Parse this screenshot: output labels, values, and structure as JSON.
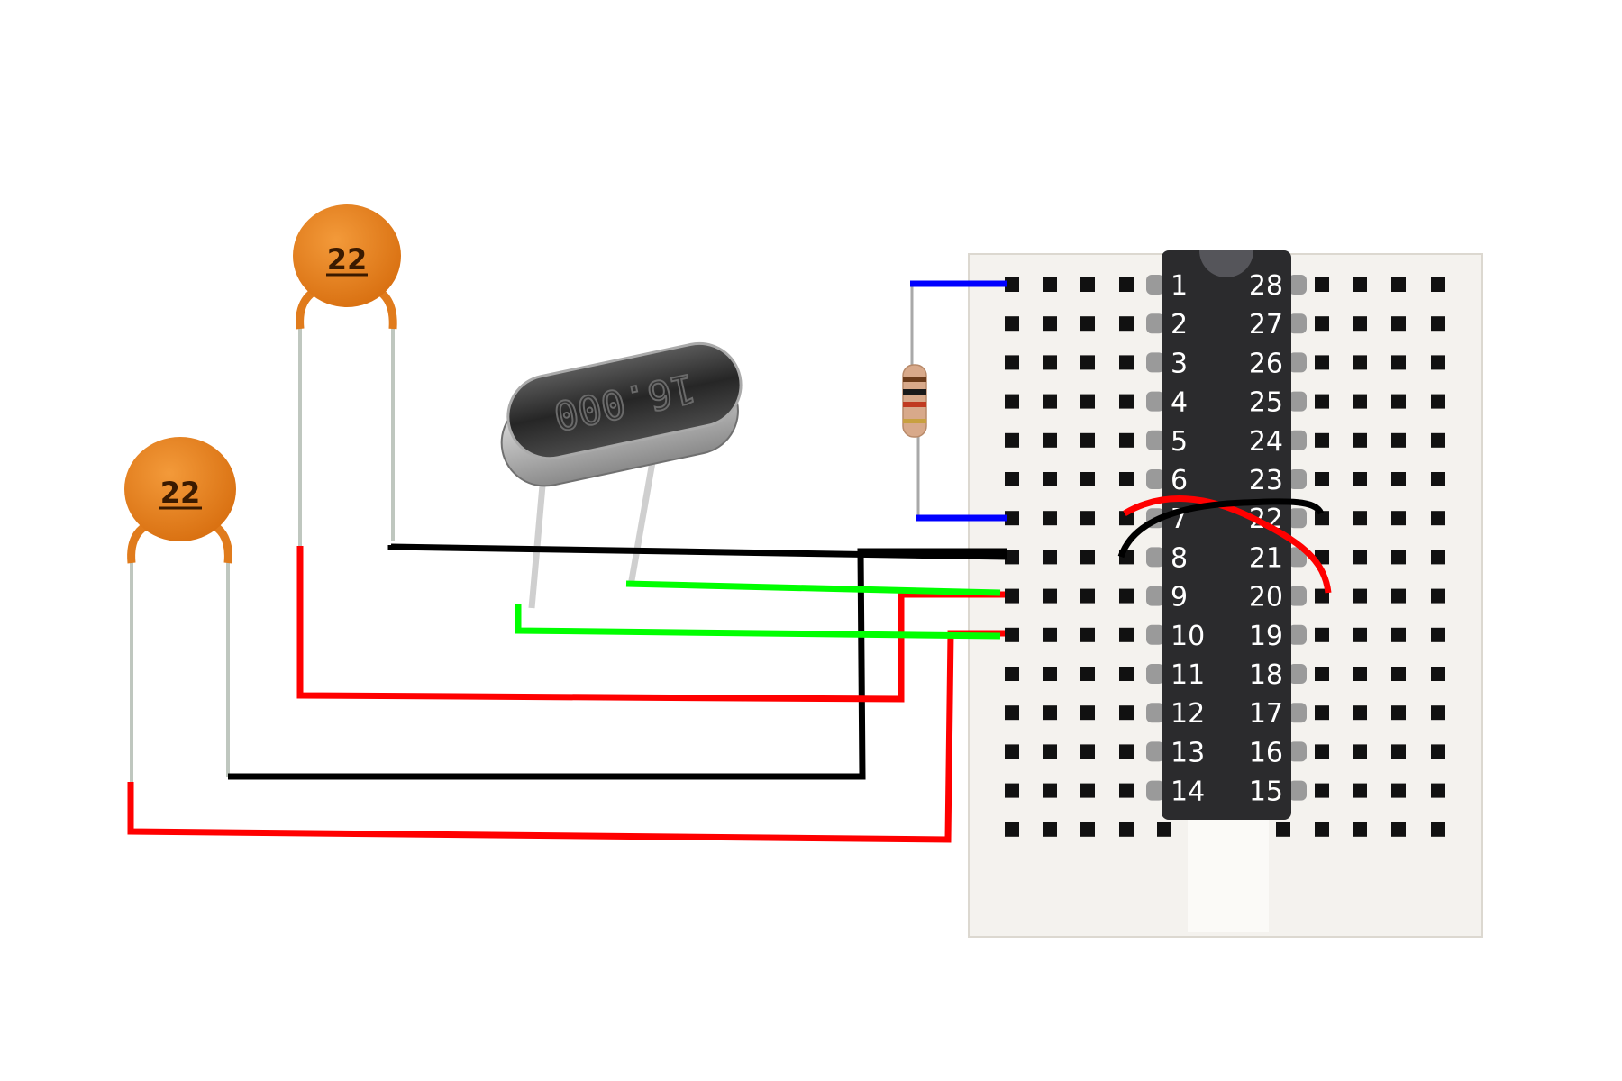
{
  "capacitors": [
    {
      "label": "22",
      "color": "#e07b1c"
    },
    {
      "label": "22",
      "color": "#e07b1c"
    }
  ],
  "crystal": {
    "label": "16.000"
  },
  "chip": {
    "left_pins": [
      "1",
      "2",
      "3",
      "4",
      "5",
      "6",
      "7",
      "8",
      "9",
      "10",
      "11",
      "12",
      "13",
      "14"
    ],
    "right_pins": [
      "28",
      "27",
      "26",
      "25",
      "24",
      "23",
      "22",
      "21",
      "20",
      "19",
      "18",
      "17",
      "16",
      "15"
    ]
  },
  "colors": {
    "wire_red": "#ff0000",
    "wire_black": "#000000",
    "wire_green": "#00ff00",
    "wire_blue": "#0000ff",
    "board": "#f4f2ee",
    "chip": "#2b2b2d"
  }
}
